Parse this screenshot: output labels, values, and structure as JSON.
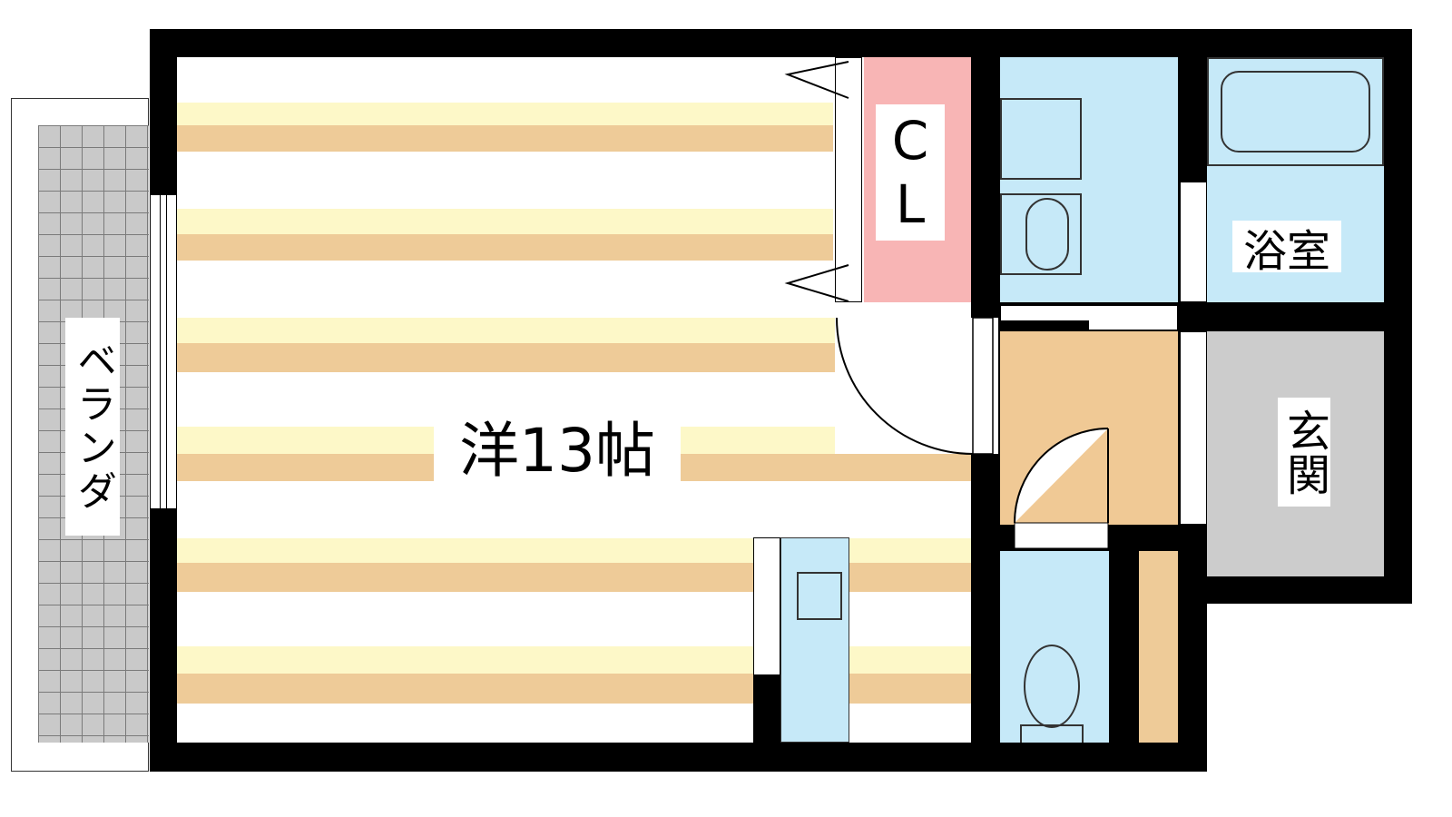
{
  "rooms": {
    "veranda": "ベランダ",
    "western_room": "洋13帖",
    "closet": {
      "c": "C",
      "l": "L"
    },
    "bathroom": "浴室",
    "entrance": "玄関"
  },
  "colors": {
    "wall": "#000000",
    "floor_stripe_light": "#fdf8c8",
    "floor_stripe_dark": "#eecb98",
    "closet": "#f8b5b5",
    "wet_area": "#c6e9f8",
    "entrance": "#cccccc",
    "veranda": "#c9c9c9"
  }
}
